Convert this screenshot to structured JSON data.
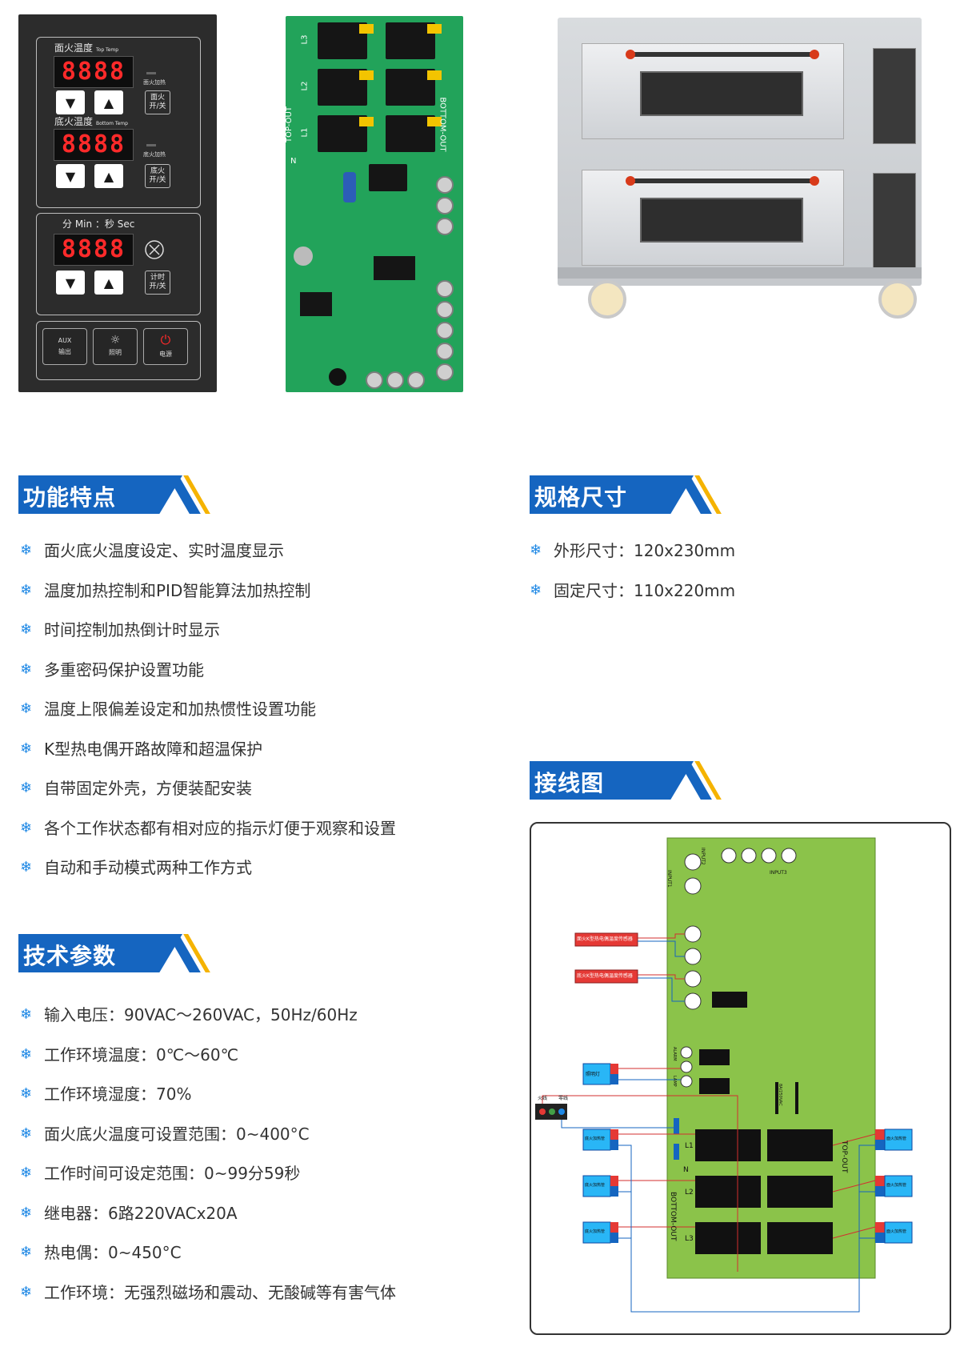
{
  "control_panel": {
    "top_label": "面火温度",
    "top_label_en": "Top Temp",
    "top_display": "8888",
    "top_heat_indicator": "面火加热",
    "top_switch": "面火\n开/关",
    "bottom_label": "底火温度",
    "bottom_label_en": "Bottom Temp",
    "bottom_display": "8888",
    "bottom_heat_indicator": "底火加热",
    "bottom_switch": "底火\n开/关",
    "timer_label": "分 Min ：秒 Sec",
    "timer_display": "8888",
    "timer_switch": "计时\n开/关",
    "aux_label": "AUX",
    "aux_sub": "输出",
    "light_label": "照明",
    "power_label": "电源",
    "down_icon": "triangle-down",
    "up_icon": "triangle-up",
    "accent": "#ff2a2a"
  },
  "pcb": {
    "labels": [
      "L3",
      "L2",
      "L1",
      "TOP-OUT",
      "BOTTOM-OUT",
      "N"
    ]
  },
  "sections": {
    "features": {
      "title": "功能特点",
      "items": [
        "面火底火温度设定、实时温度显示",
        "温度加热控制和PID智能算法加热控制",
        "时间控制加热倒计时显示",
        "多重密码保护设置功能",
        "温度上限偏差设定和加热惯性设置功能",
        "K型热电偶开路故障和超温保护",
        "自带固定外壳，方便装配安装",
        "各个工作状态都有相对应的指示灯便于观察和设置",
        "自动和手动模式两种工作方式"
      ]
    },
    "specs": {
      "title": "规格尺寸",
      "items": [
        "外形尺寸：120x230mm",
        "固定尺寸：110x220mm"
      ]
    },
    "wiring": {
      "title": "接线图"
    },
    "tech": {
      "title": "技术参数",
      "items": [
        "输入电压：90VAC～260VAC，50Hz/60Hz",
        "工作环境温度：0℃～60℃",
        "工作环境湿度：70%",
        "面火底火温度可设置范围：0~400°C",
        "工作时间可设定范围：0~99分59秒",
        "继电器：6路220VACx20A",
        "热电偶：0~450°C",
        "工作环境：无强烈磁场和震动、无酸碱等有害气体"
      ]
    }
  },
  "wiring_diagram": {
    "board_labels": [
      "INPUT1",
      "INPUT2",
      "INPUT3",
      "ALARM",
      "LAMP",
      "L1",
      "L2",
      "L3",
      "N",
      "TOP-OUT",
      "BOTTOM-OUT",
      "8A/250VAC"
    ],
    "sensor_top": "面火K型热电偶温度传感器",
    "sensor_bottom": "底火K型热电偶温度传感器",
    "lamp": "照明灯",
    "heater_bottom": "底火加热管",
    "heater_top": "面火加热管",
    "power_live": "火线",
    "power_neutral": "零线"
  },
  "colors": {
    "brand_blue": "#1565c0",
    "stripe_yellow": "#f5b301",
    "bullet_blue": "#1e88e5",
    "pcb_green": "#22a35a",
    "diagram_board": "#8bc34a",
    "wire_red": "#d32f2f",
    "wire_blue": "#1565c0"
  }
}
